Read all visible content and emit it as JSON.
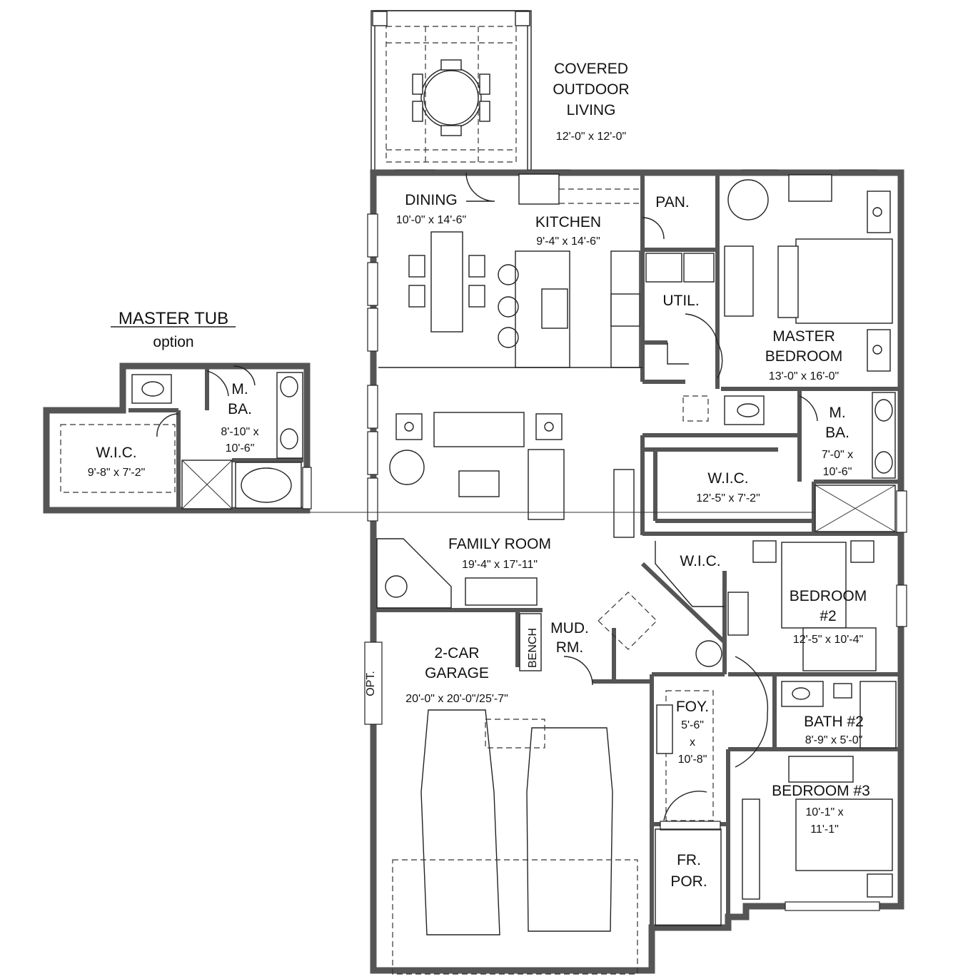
{
  "option": {
    "title": "MASTER TUB",
    "subtitle": "option"
  },
  "rooms": {
    "covered_outdoor": {
      "l1": "COVERED",
      "l2": "OUTDOOR",
      "l3": "LIVING",
      "size": "12'-0\" x 12'-0\""
    },
    "dining": {
      "name": "DINING",
      "size": "10'-0\" x 14'-6\""
    },
    "kitchen": {
      "name": "KITCHEN",
      "size": "9'-4\" x 14'-6\""
    },
    "pantry": {
      "name": "PAN."
    },
    "utility": {
      "name": "UTIL."
    },
    "master_bedroom": {
      "l1": "MASTER",
      "l2": "BEDROOM",
      "size": "13'-0\" x 16'-0\""
    },
    "master_bath": {
      "l1": "M.",
      "l2": "BA.",
      "s1": "7'-0\" x",
      "s2": "10'-6\""
    },
    "master_wic": {
      "name": "W.I.C.",
      "size": "12'-5\" x 7'-2\""
    },
    "family_room": {
      "name": "FAMILY ROOM",
      "size": "19'-4\" x 17'-11\""
    },
    "wic_small": {
      "name": "W.I.C."
    },
    "bedroom2": {
      "l1": "BEDROOM",
      "l2": "#2",
      "size": "12'-5\" x 10'-4\""
    },
    "mud_room": {
      "l1": "MUD.",
      "l2": "RM.",
      "bench": "BENCH"
    },
    "garage": {
      "l1": "2-CAR",
      "l2": "GARAGE",
      "size": "20'-0\" x 20'-0\"/25'-7\"",
      "opt": "OPT."
    },
    "foyer": {
      "name": "FOY.",
      "s1": "5'-6\"",
      "s2": "x",
      "s3": "10'-8\""
    },
    "bath2": {
      "name": "BATH #2",
      "size": "8'-9\" x 5'-0\""
    },
    "bedroom3": {
      "name": "BEDROOM #3",
      "s1": "10'-1\" x",
      "s2": "11'-1\""
    },
    "front_porch": {
      "l1": "FR.",
      "l2": "POR."
    },
    "opt_wic": {
      "name": "W.I.C.",
      "size": "9'-8\" x 7'-2\""
    },
    "opt_bath": {
      "l1": "M.",
      "l2": "BA.",
      "s1": "8'-10\" x",
      "s2": "10'-6\""
    }
  }
}
